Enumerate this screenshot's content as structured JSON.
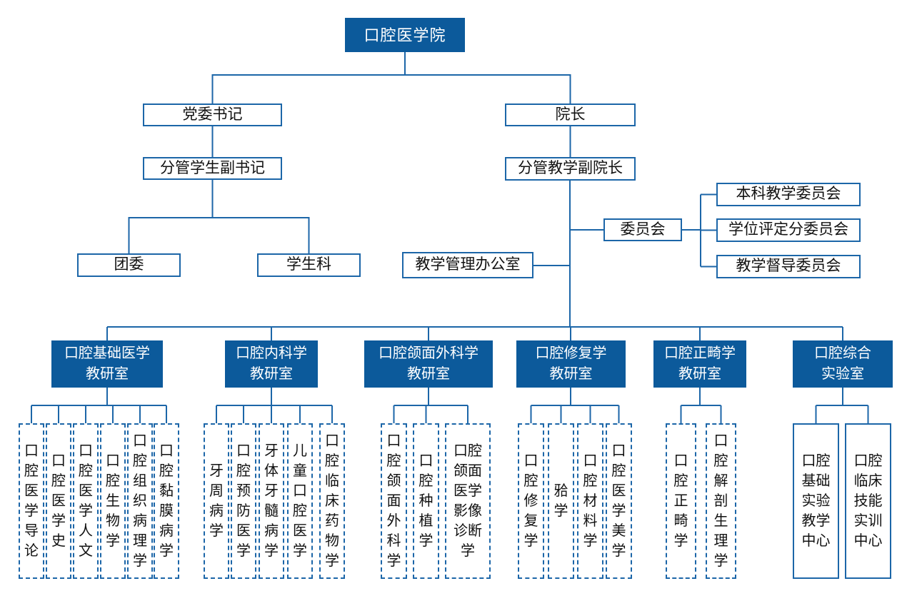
{
  "colors": {
    "box_fill": "#0c5a9b",
    "box_text": "#ffffff",
    "line": "#1c66a8",
    "text": "#111111"
  },
  "org": {
    "root": "口腔医学院",
    "left_branch": {
      "secretary": "党委书记",
      "deputy_secretary": "分管学生副书记",
      "youth_league": "团委",
      "student_section": "学生科"
    },
    "right_branch": {
      "dean": "院长",
      "vice_dean": "分管教学副院长",
      "teaching_office": "教学管理办公室",
      "committee_hub": "委员会",
      "committees": [
        "本科教学委员会",
        "学位评定分委员会",
        "教学督导委员会"
      ]
    },
    "departments": [
      {
        "name": "口腔基础医学\n教研室",
        "courses": [
          "口腔医学导论",
          "口腔医学史",
          "口腔医学人文",
          "口腔生物学",
          "口腔组织病理学",
          "口腔黏膜病学"
        ]
      },
      {
        "name": "口腔内科学\n教研室",
        "courses": [
          "牙周病学",
          "口腔预防医学",
          "牙体牙髓病学",
          "儿童口腔医学",
          "口腔临床药物学"
        ]
      },
      {
        "name": "口腔颌面外科学\n教研室",
        "courses": [
          "口腔颌面外科学",
          "口腔种植学",
          "口腔颌面医学影像诊断学"
        ]
      },
      {
        "name": "口腔修复学\n教研室",
        "courses": [
          "口腔修复学",
          "𬌗　学",
          "口腔材料学",
          "口腔医学美学"
        ]
      },
      {
        "name": "口腔正畸学\n教研室",
        "courses": [
          "口腔正畸学",
          "口腔解剖生理学"
        ]
      },
      {
        "name": "口腔综合\n实验室",
        "courses": [
          "口腔基础实验教学中心",
          "口腔临床技能实训中心"
        ]
      }
    ]
  }
}
